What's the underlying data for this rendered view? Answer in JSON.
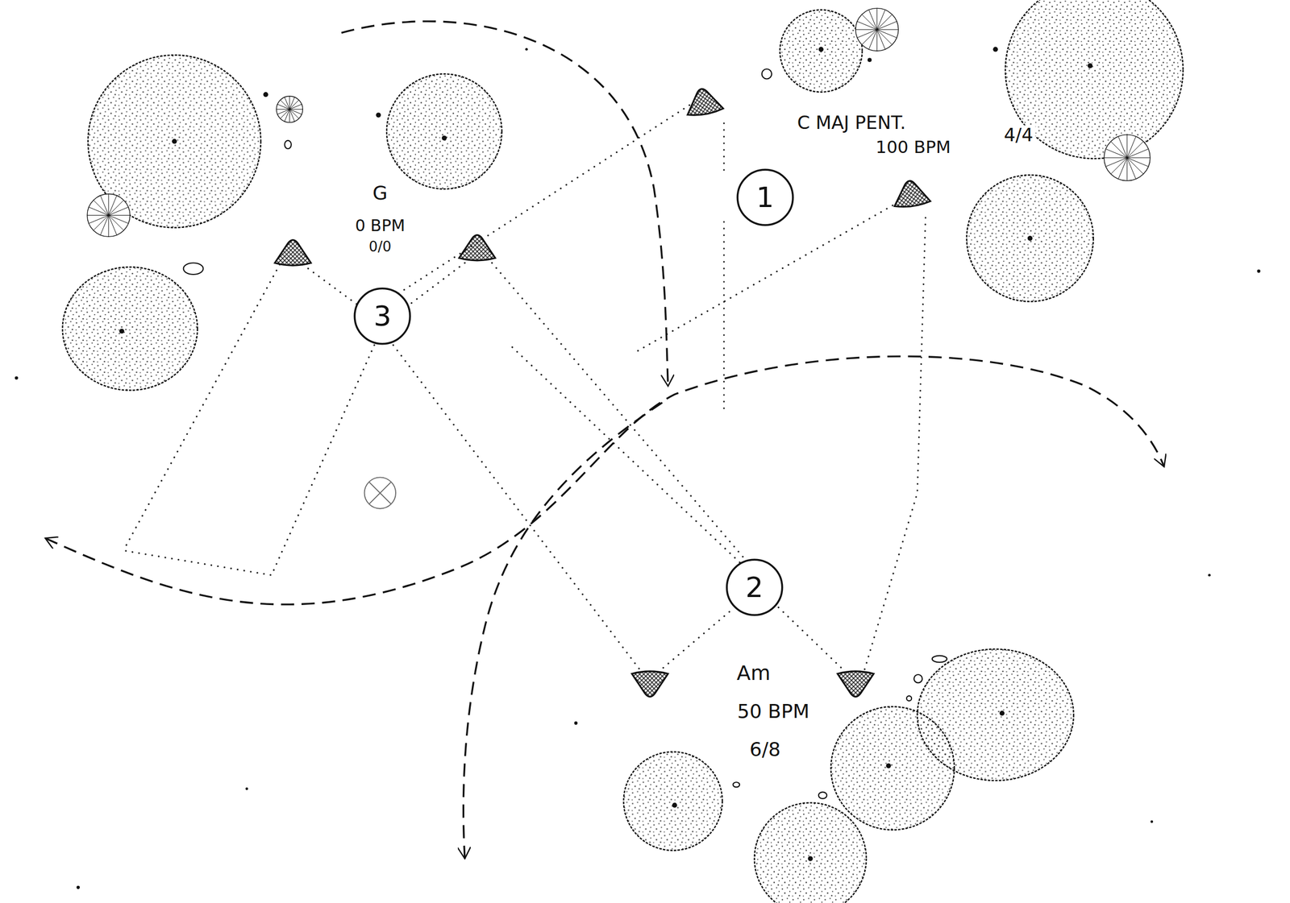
{
  "diagram": {
    "nodes": [
      {
        "text": [
          "1"
        ]
      },
      {
        "text": [
          "3"
        ]
      },
      {
        "text": [
          "2"
        ]
      }
    ],
    "labels": [
      "C MAJ PENT.",
      "100 BPM",
      "4/4",
      "G",
      "0 BPM",
      "0/0",
      "Am",
      "50 BPM",
      "6/8"
    ]
  }
}
